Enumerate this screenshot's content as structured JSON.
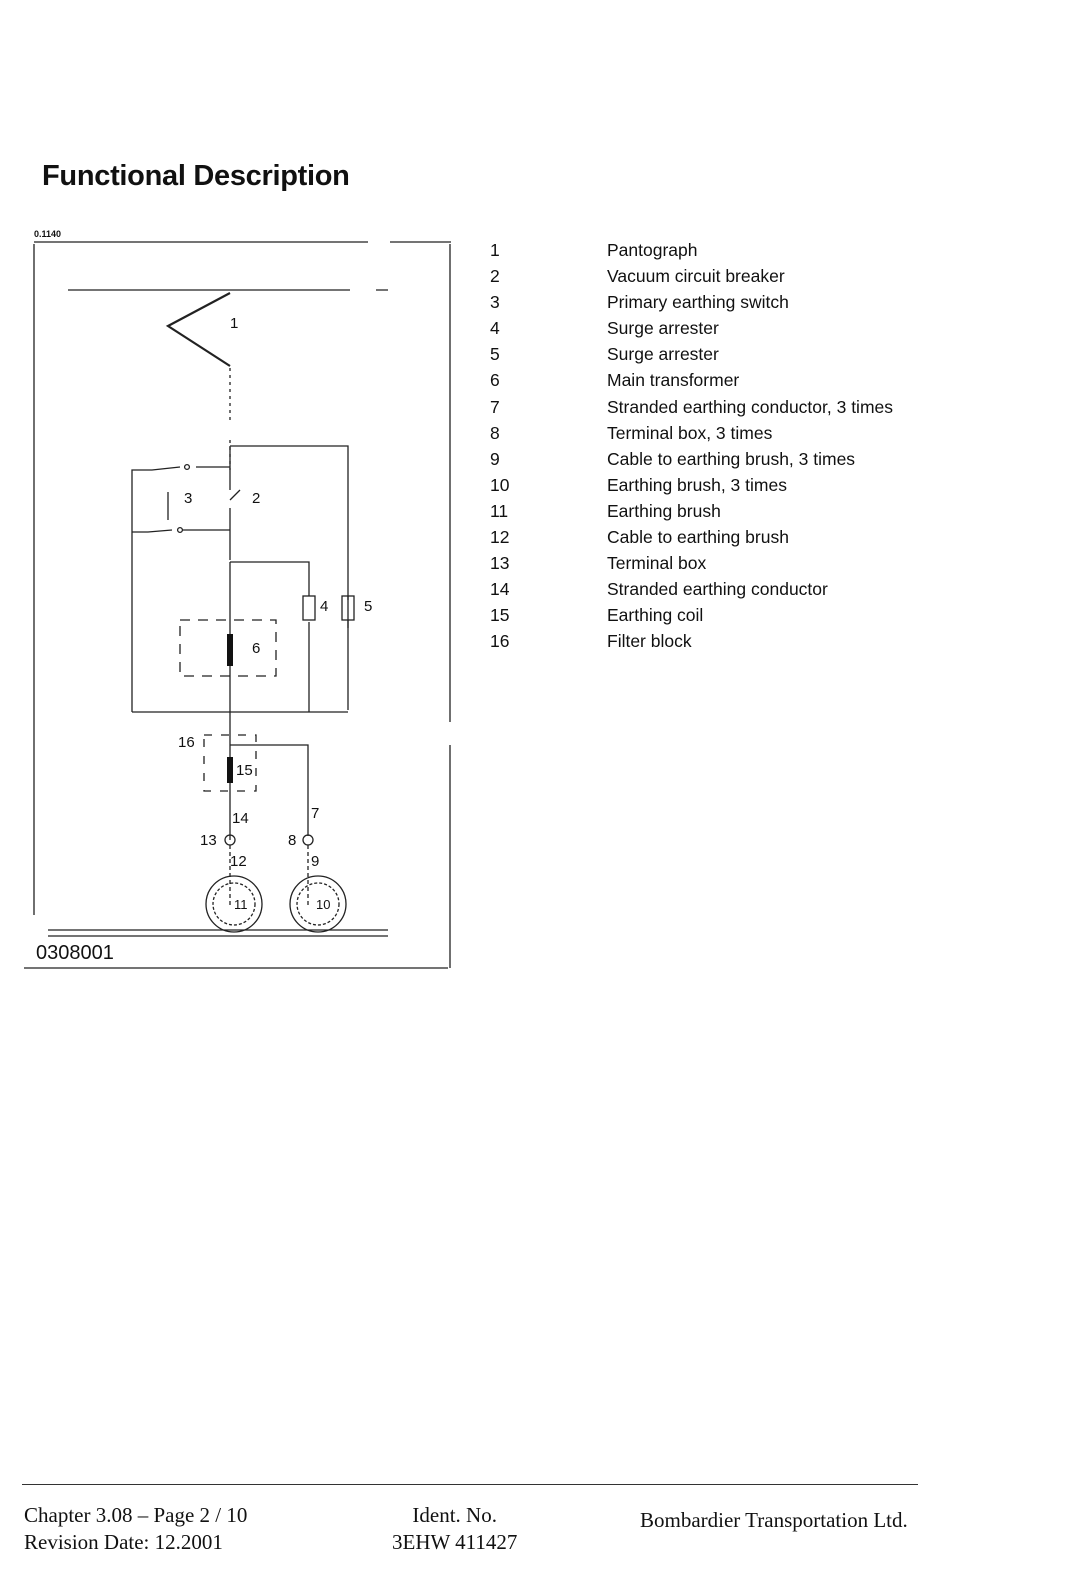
{
  "heading": "Functional Description",
  "figure_code": "0.1140",
  "drawing_number": "0308001",
  "diagram_labels": {
    "l1": "1",
    "l2": "2",
    "l3": "3",
    "l4": "4",
    "l5": "5",
    "l6": "6",
    "l7": "7",
    "l8": "8",
    "l9": "9",
    "l10": "10",
    "l11": "11",
    "l12": "12",
    "l13": "13",
    "l14": "14",
    "l15": "15",
    "l16": "16"
  },
  "legend": [
    {
      "num": "1",
      "text": "Pantograph"
    },
    {
      "num": "2",
      "text": "Vacuum circuit breaker"
    },
    {
      "num": "3",
      "text": "Primary earthing switch"
    },
    {
      "num": "4",
      "text": "Surge arrester"
    },
    {
      "num": "5",
      "text": "Surge arrester"
    },
    {
      "num": "6",
      "text": "Main transformer"
    },
    {
      "num": "7",
      "text": "Stranded earthing conductor, 3 times"
    },
    {
      "num": "8",
      "text": "Terminal box, 3 times"
    },
    {
      "num": "9",
      "text": "Cable to earthing brush, 3 times"
    },
    {
      "num": "10",
      "text": "Earthing brush, 3 times"
    },
    {
      "num": "11",
      "text": "Earthing brush"
    },
    {
      "num": "12",
      "text": "Cable to earthing brush"
    },
    {
      "num": "13",
      "text": "Terminal box"
    },
    {
      "num": "14",
      "text": "Stranded earthing conductor"
    },
    {
      "num": "15",
      "text": "Earthing coil"
    },
    {
      "num": "16",
      "text": "Filter block"
    }
  ],
  "footer": {
    "chapter": "Chapter 3.08 – Page  2 / 10",
    "revision": "Revision Date: 12.2001",
    "ident_label": "Ident. No.",
    "ident_value": "3EHW 411427",
    "company": "Bombardier Transportation Ltd."
  }
}
